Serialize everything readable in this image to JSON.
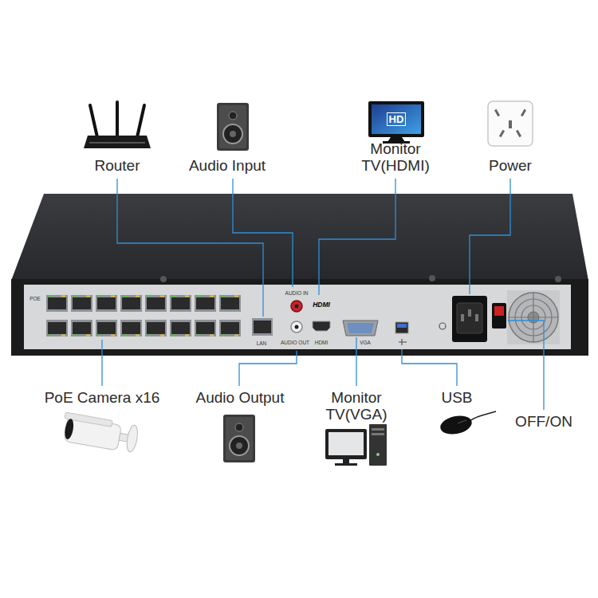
{
  "diagram": {
    "nodes": [
      {
        "text": [
          "Router"
        ]
      },
      {
        "text": [
          "Audio Input"
        ]
      },
      {
        "text": [
          "Monitor TV(HDMI)"
        ]
      },
      {
        "text": [
          "Power"
        ]
      },
      {
        "text": [
          "PoE Camera x16"
        ]
      },
      {
        "text": [
          "Audio Output"
        ]
      },
      {
        "text": [
          "Monitor TV(VGA)"
        ]
      },
      {
        "text": [
          "USB"
        ]
      },
      {
        "text": [
          "OFF/ON"
        ]
      }
    ],
    "labels": [
      "HD",
      "POE",
      "AUDIO IN",
      "LAN",
      "AUDIO OUT",
      "HDMI",
      "HDMI",
      "VGA"
    ]
  }
}
